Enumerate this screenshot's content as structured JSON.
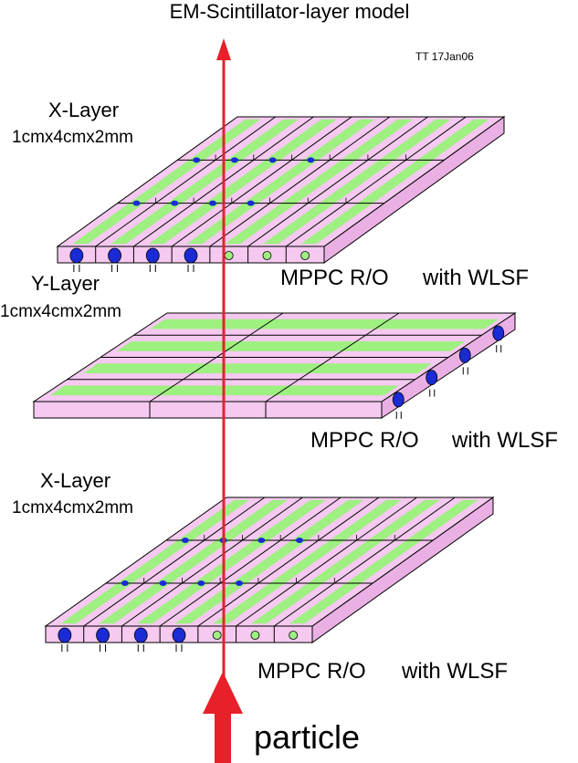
{
  "title": "EM-Scintillator-layer model",
  "credit": "TT 17Jan06",
  "colors": {
    "board": "#f5c9f0",
    "board_side": "#eab0e4",
    "fiber": "#9ef081",
    "sipm": "#1a2bd6",
    "arrow": "#e8202a",
    "dim_text": "#3bbfcf",
    "mppc_text": "#1a2bd6",
    "wlsf_text": "#44d61c"
  },
  "layers": [
    {
      "name": "X-Layer",
      "dimensions": "1cmx4cmx2mm",
      "readout": "MPPC R/O",
      "fiber": "with WLSF"
    },
    {
      "name": "Y-Layer",
      "dimensions": "1cmx4cmx2mm",
      "readout": "MPPC R/O",
      "fiber": "with WLSF"
    },
    {
      "name": "X-Layer",
      "dimensions": "1cmx4cmx2mm",
      "readout": "MPPC R/O",
      "fiber": "with WLSF"
    }
  ],
  "particle_label": "particle"
}
